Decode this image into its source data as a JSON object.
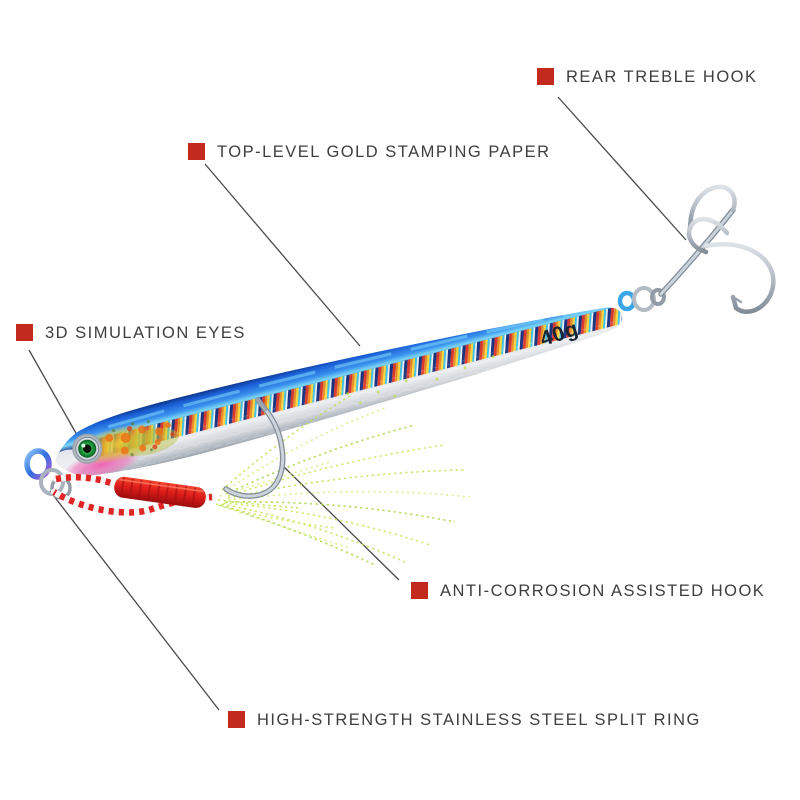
{
  "page": {
    "background": "#ffffff",
    "description": "Fishing jig lure product image with feature callouts"
  },
  "colors": {
    "accent_red": "#c12a1d",
    "label_text": "#3e3e3e",
    "callout_line": "#4a4a4a",
    "body_blue": "#1d6ce2",
    "body_cyan": "#7cd7f6",
    "body_silver": "#e9ebee",
    "eye_green": "#1e9e3a",
    "thread_red": "#d91c1c",
    "flash_chartreuse": "#c3e64d",
    "hook_silver": "#aeb6c0"
  },
  "product": {
    "weight_label": "40g"
  },
  "callouts": [
    {
      "id": "rear-treble-hook",
      "label": "REAR TREBLE HOOK"
    },
    {
      "id": "gold-stamping-paper",
      "label": "TOP-LEVEL GOLD STAMPING PAPER"
    },
    {
      "id": "simulation-eyes",
      "label": "3D SIMULATION EYES"
    },
    {
      "id": "assisted-hook",
      "label": "ANTI-CORROSION ASSISTED HOOK"
    },
    {
      "id": "split-ring",
      "label": "HIGH-STRENGTH STAINLESS STEEL SPLIT RING"
    }
  ]
}
